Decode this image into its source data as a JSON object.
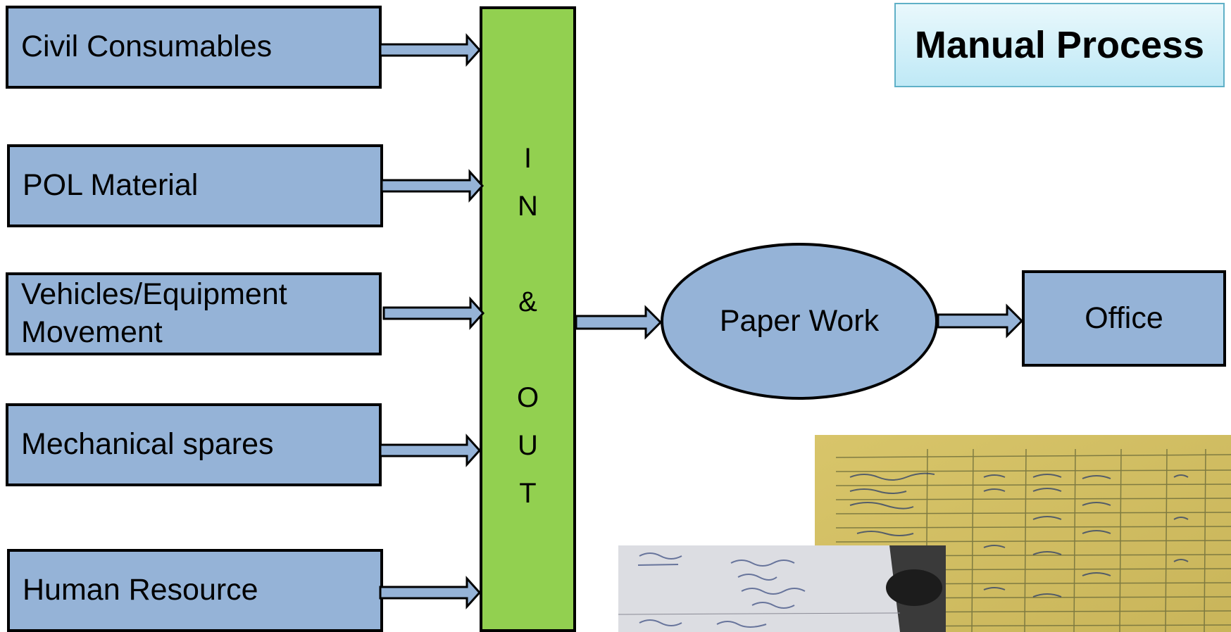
{
  "title": "Manual Process",
  "inputs": [
    "Civil Consumables",
    "POL Material",
    "Vehicles/Equipment Movement",
    "Mechanical spares",
    "Human Resource"
  ],
  "hub_letters": [
    "I",
    "N",
    "&",
    "O",
    "U",
    "T"
  ],
  "process_node": "Paper Work",
  "output_node": "Office",
  "colors": {
    "box_fill": "#95b3d7",
    "hub_fill": "#92d050",
    "title_fill": "#bfe9f6",
    "outline": "#000000"
  },
  "photos": [
    "handwritten ledger register photo",
    "handwritten note photo"
  ]
}
